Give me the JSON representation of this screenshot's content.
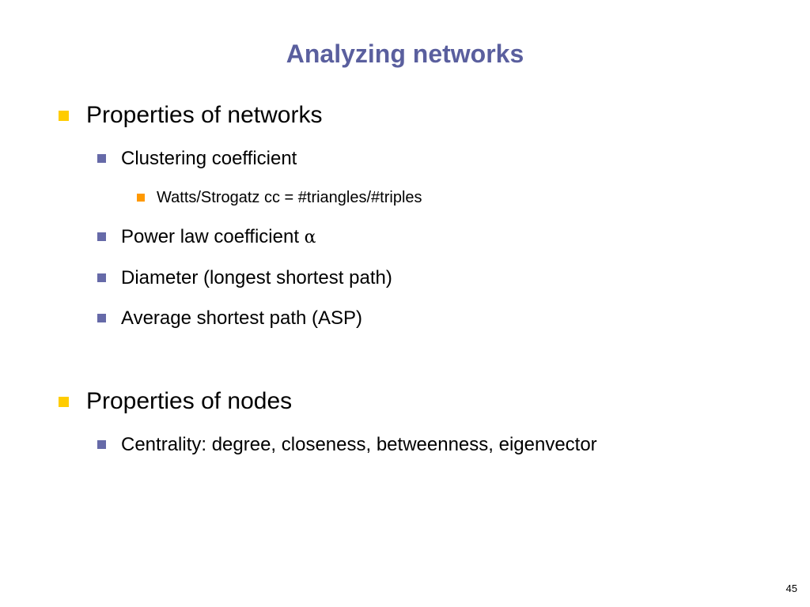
{
  "slide": {
    "title": "Analyzing networks",
    "page_number": "45"
  },
  "bullets": {
    "network_properties": {
      "label": "Properties of networks",
      "clustering": "Clustering coefficient",
      "watts_strogatz": "Watts/Strogatz cc = #triangles/#triples",
      "power_law": "Power law coefficient ",
      "power_law_symbol": "α",
      "diameter": "Diameter (longest shortest path)",
      "asp": "Average shortest path (ASP)"
    },
    "node_properties": {
      "label": "Properties of nodes",
      "centrality": "Centrality: degree, closeness, betweenness, eigenvector"
    }
  },
  "colors": {
    "title": "#5a5f9e",
    "level1_bullet": "#ffcc00",
    "level2_bullet": "#666aa8",
    "level3_bullet": "#ff9900"
  }
}
